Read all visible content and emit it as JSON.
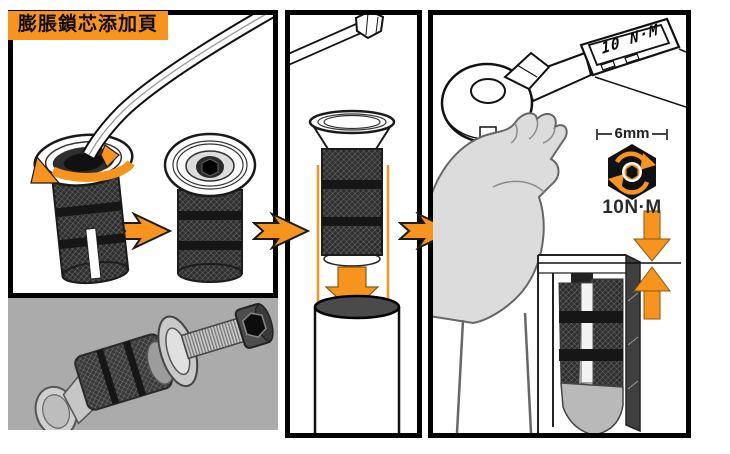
{
  "header": {
    "title_label": "膨脹鎖芯添加頁"
  },
  "torque_wrench": {
    "display_reading": "10 N·M"
  },
  "spec": {
    "hex_size": "6mm",
    "torque_value": "10N·M"
  },
  "colors": {
    "accent_orange": "#F7941D",
    "photo_background": "#ABABAB",
    "hand_gray": "#DCDCDC",
    "panel_border_black": "#000000",
    "knurl_dark": "#2F2F2F"
  },
  "icons": {
    "step_arrow": "orange-right-arrow",
    "insert_arrow": "orange-down-arrow",
    "rotate_arrow": "orange-rotation-arc",
    "flush_arrows": "orange-converging-arrows",
    "hex_rotation_badge": "hex-socket-with-clockwise-arrows"
  }
}
